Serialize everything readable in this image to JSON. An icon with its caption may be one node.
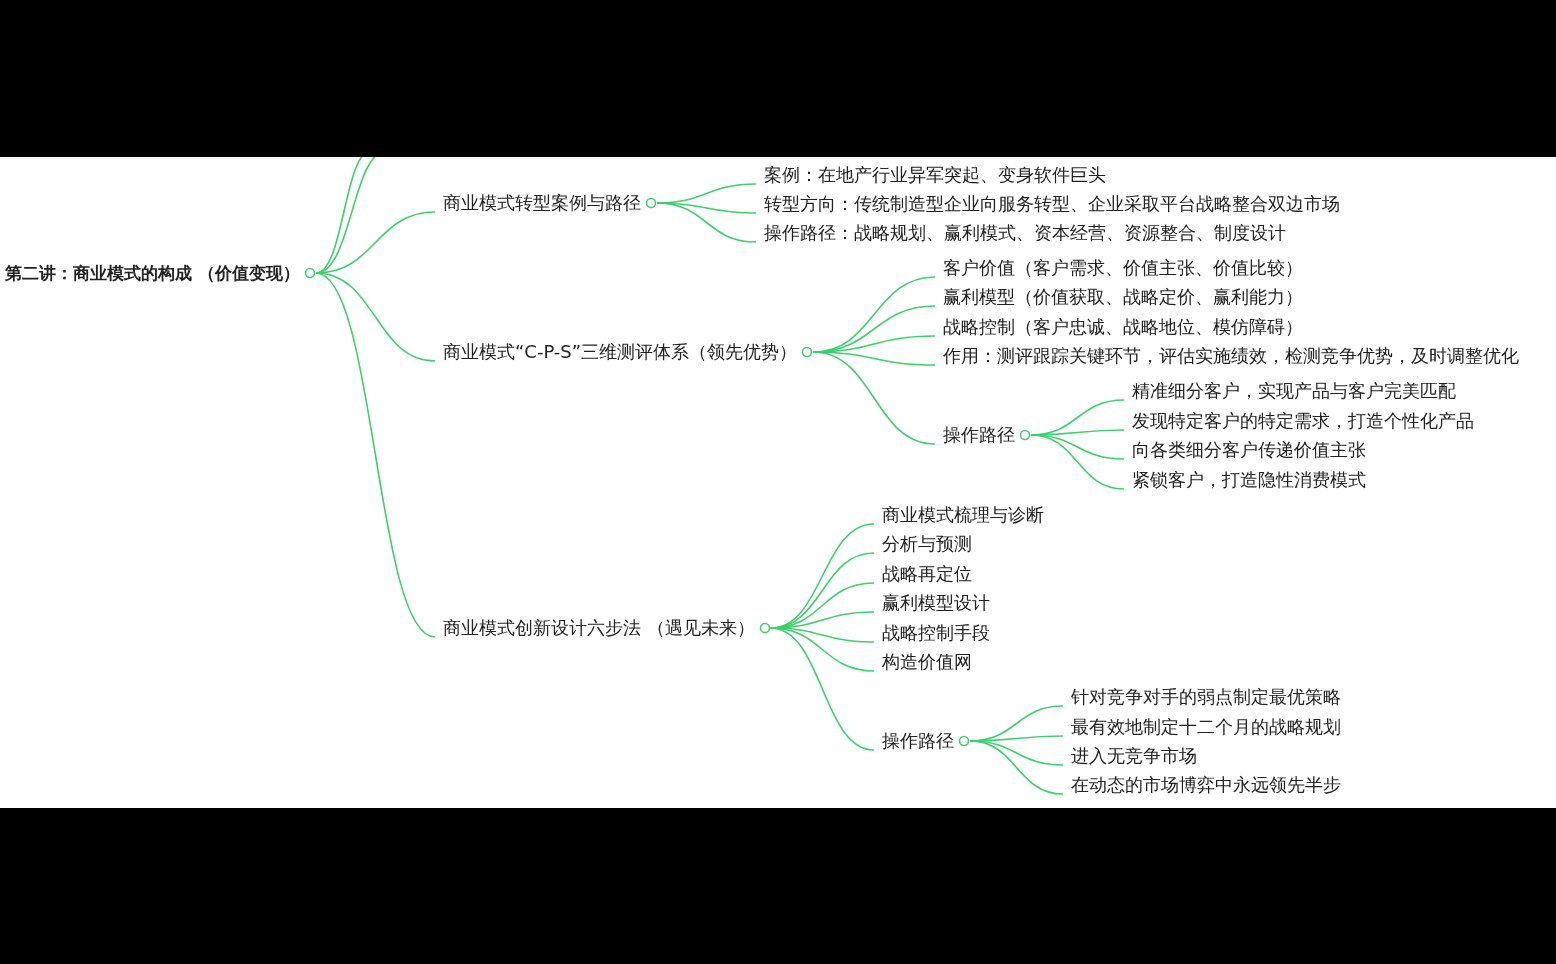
{
  "diagram": {
    "nodes": [
      {
        "text": [
          "第二讲：商业模式的构成 （价值变现）"
        ]
      },
      {
        "text": [
          "商业模式转型案例与路径"
        ]
      },
      {
        "text": [
          "案例：在地产行业异军突起、变身软件巨头"
        ]
      },
      {
        "text": [
          "转型方向：传统制造型企业向服务转型、企业采取平台战略整合双边市场"
        ]
      },
      {
        "text": [
          "操作路径：战略规划、赢利模式、资本经营、资源整合、制度设计"
        ]
      },
      {
        "text": [
          "商业模式“C-P-S”三维测评体系（领先优势）"
        ]
      },
      {
        "text": [
          "客户价值（客户需求、价值主张、价值比较）"
        ]
      },
      {
        "text": [
          "赢利模型（价值获取、战略定价、赢利能力）"
        ]
      },
      {
        "text": [
          "战略控制（客户忠诚、战略地位、模仿障碍）"
        ]
      },
      {
        "text": [
          "作用：测评跟踪关键环节，评估实施绩效，检测竞争优势，及时调整优化"
        ]
      },
      {
        "text": [
          "操作路径"
        ]
      },
      {
        "text": [
          "精准细分客户，实现产品与客户完美匹配"
        ]
      },
      {
        "text": [
          "发现特定客户的特定需求，打造个性化产品"
        ]
      },
      {
        "text": [
          "向各类细分客户传递价值主张"
        ]
      },
      {
        "text": [
          "紧锁客户，打造隐性消费模式"
        ]
      },
      {
        "text": [
          "商业模式创新设计六步法 （遇见未来）"
        ]
      },
      {
        "text": [
          "商业模式梳理与诊断"
        ]
      },
      {
        "text": [
          "分析与预测"
        ]
      },
      {
        "text": [
          "战略再定位"
        ]
      },
      {
        "text": [
          "赢利模型设计"
        ]
      },
      {
        "text": [
          "战略控制手段"
        ]
      },
      {
        "text": [
          "构造价值网"
        ]
      },
      {
        "text": [
          "操作路径"
        ]
      },
      {
        "text": [
          "针对竞争对手的弱点制定最优策略"
        ]
      },
      {
        "text": [
          "最有效地制定十二个月的战略规划"
        ]
      },
      {
        "text": [
          "进入无竞争市场"
        ]
      },
      {
        "text": [
          "在动态的市场博弈中永远领先半步"
        ]
      }
    ],
    "edges": [
      {
        "from": 0,
        "to": null,
        "arrow": "none"
      },
      {
        "from": 0,
        "to": null,
        "arrow": "none"
      },
      {
        "from": 0,
        "to": 1,
        "arrow": "none"
      },
      {
        "from": 0,
        "to": 5,
        "arrow": "none"
      },
      {
        "from": 0,
        "to": 15,
        "arrow": "none"
      },
      {
        "from": 1,
        "to": 2,
        "arrow": "none"
      },
      {
        "from": 1,
        "to": 3,
        "arrow": "none"
      },
      {
        "from": 1,
        "to": 4,
        "arrow": "none"
      },
      {
        "from": 5,
        "to": 6,
        "arrow": "none"
      },
      {
        "from": 5,
        "to": 7,
        "arrow": "none"
      },
      {
        "from": 5,
        "to": 8,
        "arrow": "none"
      },
      {
        "from": 5,
        "to": 9,
        "arrow": "none"
      },
      {
        "from": 5,
        "to": 10,
        "arrow": "none"
      },
      {
        "from": 10,
        "to": 11,
        "arrow": "none"
      },
      {
        "from": 10,
        "to": 12,
        "arrow": "none"
      },
      {
        "from": 10,
        "to": 13,
        "arrow": "none"
      },
      {
        "from": 10,
        "to": 14,
        "arrow": "none"
      },
      {
        "from": 15,
        "to": 16,
        "arrow": "none"
      },
      {
        "from": 15,
        "to": 17,
        "arrow": "none"
      },
      {
        "from": 15,
        "to": 18,
        "arrow": "none"
      },
      {
        "from": 15,
        "to": 19,
        "arrow": "none"
      },
      {
        "from": 15,
        "to": 20,
        "arrow": "none"
      },
      {
        "from": 15,
        "to": 21,
        "arrow": "none"
      },
      {
        "from": 15,
        "to": 22,
        "arrow": "none"
      },
      {
        "from": 22,
        "to": 23,
        "arrow": "none"
      },
      {
        "from": 22,
        "to": 24,
        "arrow": "none"
      },
      {
        "from": 22,
        "to": 25,
        "arrow": "none"
      },
      {
        "from": 22,
        "to": 26,
        "arrow": "none"
      }
    ]
  }
}
